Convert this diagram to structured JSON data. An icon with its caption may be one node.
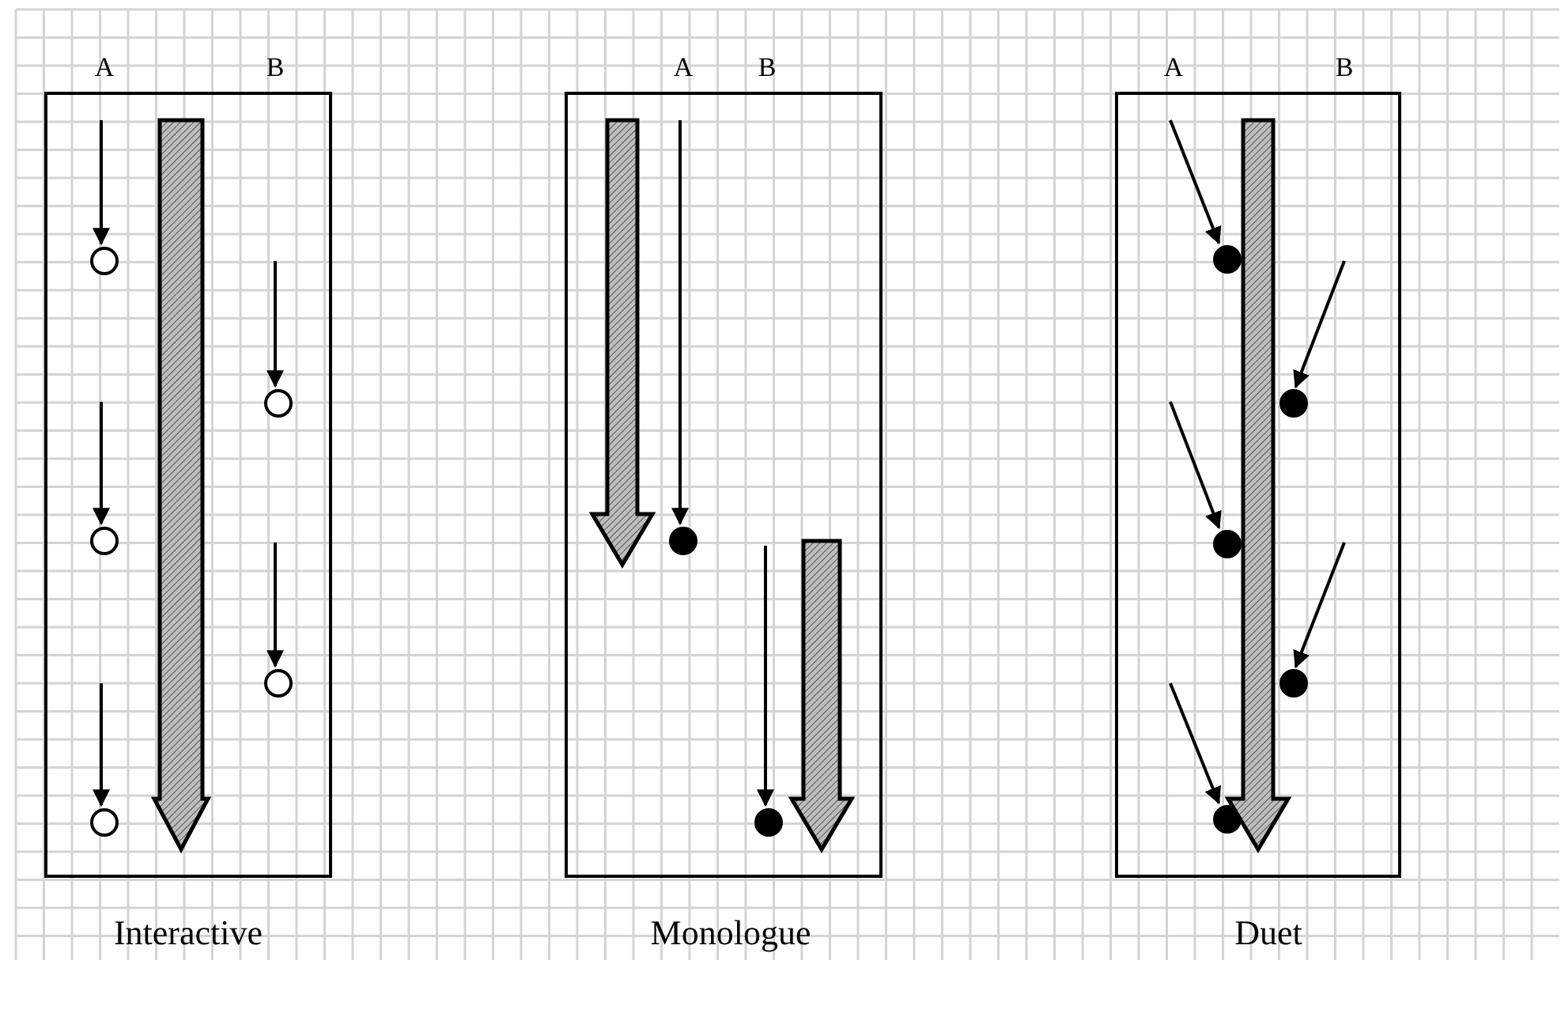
{
  "diagram": {
    "nodes": [
      {
        "text": [
          "A",
          "B"
        ],
        "beside": [
          "Interactive"
        ]
      },
      {
        "text": [
          "A",
          "B"
        ],
        "beside": [
          "Monologue"
        ]
      },
      {
        "text": [
          "A",
          "B"
        ],
        "beside": [
          "Duet"
        ]
      },
      {
        "text": [],
        "shape": "circle",
        "in": 0
      },
      {
        "text": [],
        "shape": "circle",
        "in": 0
      },
      {
        "text": [],
        "shape": "circle",
        "in": 0
      },
      {
        "text": [],
        "shape": "circle",
        "in": 0
      },
      {
        "text": [],
        "shape": "circle",
        "in": 0
      },
      {
        "text": [],
        "shape": "circle",
        "in": 1
      },
      {
        "text": [],
        "shape": "circle",
        "in": 1
      },
      {
        "text": [],
        "shape": "circle",
        "in": 2
      },
      {
        "text": [],
        "shape": "circle",
        "in": 2
      },
      {
        "text": [],
        "shape": "circle",
        "in": 2
      },
      {
        "text": [],
        "shape": "circle",
        "in": 2
      },
      {
        "text": [],
        "shape": "circle",
        "in": 2
      }
    ],
    "edges": [
      {
        "from": null,
        "to": 3,
        "arrow": "to"
      },
      {
        "from": null,
        "to": 4,
        "arrow": "to"
      },
      {
        "from": null,
        "to": 5,
        "arrow": "to"
      },
      {
        "from": null,
        "to": 6,
        "arrow": "to"
      },
      {
        "from": null,
        "to": 7,
        "arrow": "to"
      },
      {
        "from": null,
        "to": 8,
        "arrow": "to"
      },
      {
        "from": null,
        "to": 9,
        "arrow": "to"
      },
      {
        "from": null,
        "to": 10,
        "arrow": "to"
      },
      {
        "from": null,
        "to": 11,
        "arrow": "to"
      },
      {
        "from": null,
        "to": 12,
        "arrow": "to"
      },
      {
        "from": null,
        "to": 13,
        "arrow": "to"
      },
      {
        "from": null,
        "to": 14,
        "arrow": "to"
      }
    ]
  }
}
